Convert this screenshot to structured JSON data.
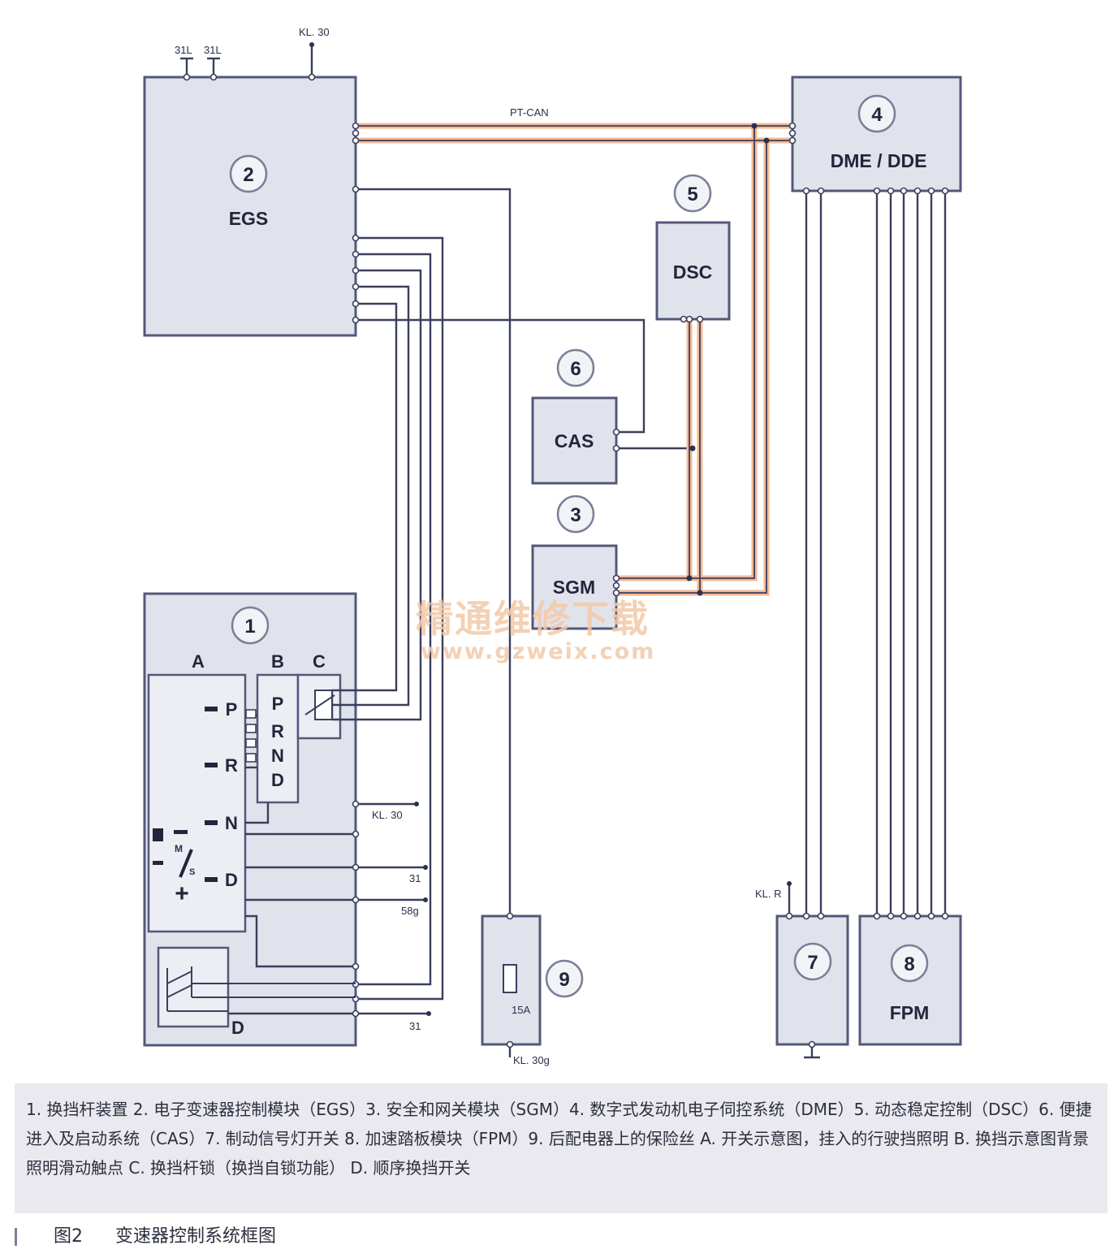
{
  "modules": {
    "m1": {
      "number": "1"
    },
    "m2": {
      "number": "2",
      "name": "EGS"
    },
    "m3": {
      "number": "3",
      "name": "SGM"
    },
    "m4": {
      "number": "4",
      "name": "DME / DDE"
    },
    "m5": {
      "number": "5",
      "name": "DSC"
    },
    "m6": {
      "number": "6",
      "name": "CAS"
    },
    "m7": {
      "number": "7"
    },
    "m8": {
      "number": "8",
      "name": "FPM"
    },
    "m9": {
      "number": "9",
      "fuse": "15A"
    }
  },
  "shifter": {
    "sections": {
      "a": "A",
      "b": "B",
      "c": "C",
      "d": "D"
    },
    "gears": [
      "P",
      "R",
      "N",
      "D"
    ],
    "switch_positions": [
      "P",
      "R",
      "N",
      "D"
    ],
    "manual": {
      "m": "M",
      "s": "S",
      "plus": "+",
      "minus": "−"
    }
  },
  "terminals": {
    "t31l_1": "31L",
    "t31l_2": "31L",
    "kl30_top": "KL. 30",
    "pt_can": "PT-CAN",
    "kl30_shifter": "KL. 30",
    "t31_a": "31",
    "t58g": "58g",
    "t31_b": "31",
    "kl30g": "KL. 30g",
    "klr": "KL. R"
  },
  "watermark": {
    "line1": "精通维修下载",
    "line2": "www.gzweix.com"
  },
  "legend_text": "1. 换挡杆装置 2. 电子变速器控制模块（EGS）3. 安全和网关模块（SGM）4. 数字式发动机电子伺控系统（DME）5. 动态稳定控制（DSC）6. 便捷进入及启动系统（CAS）7. 制动信号灯开关 8. 加速踏板模块（FPM）9. 后配电器上的保险丝 A. 开关示意图，挂入的行驶挡照明 B. 换挡示意图背景照明滑动触点 C. 换挡杆锁（换挡自锁功能） D. 顺序换挡开关",
  "caption": {
    "figure": "图2",
    "title": "变速器控制系统框图"
  }
}
